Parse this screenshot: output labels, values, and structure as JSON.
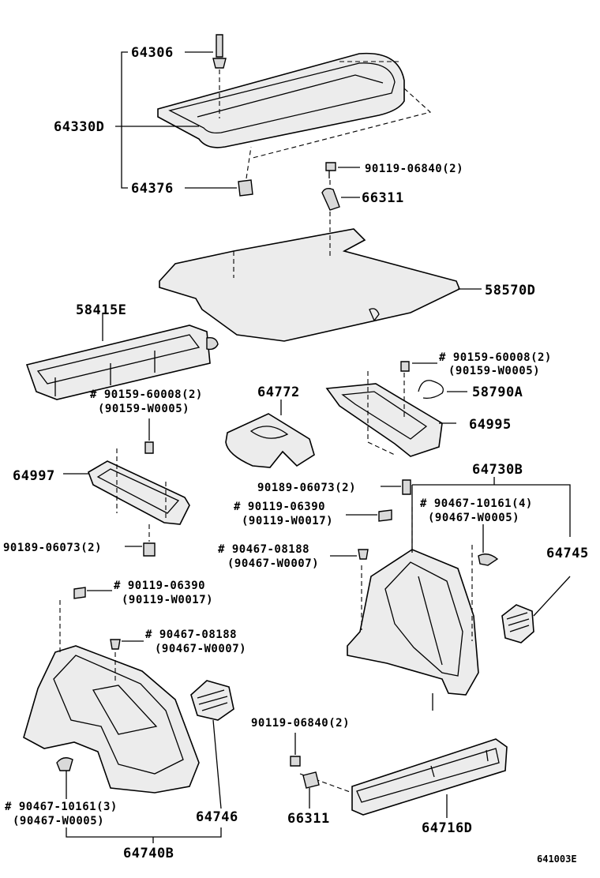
{
  "diagram": {
    "code": "641003E",
    "labels": {
      "p64306": "64306",
      "p64330D": "64330D",
      "p64376": "64376",
      "p90119_06840_a": "90119-06840(2)",
      "p66311_a": "66311",
      "p58570D": "58570D",
      "p58415E": "58415E",
      "p90159_60008_a": "# 90159-60008(2)",
      "p90159_W0005_a": "(90159-W0005)",
      "p90159_60008_b": "# 90159-60008(2)",
      "p90159_W0005_b": "(90159-W0005)",
      "p58790A": "58790A",
      "p64772": "64772",
      "p64995": "64995",
      "p64997": "64997",
      "p64730B": "64730B",
      "p90189_06073_a": "90189-06073(2)",
      "p90119_06390_a": "# 90119-06390",
      "p90119_W0017_a": "(90119-W0017)",
      "p90467_10161_a": "# 90467-10161(4)",
      "p90467_W0005_a": "(90467-W0005)",
      "p90189_06073_b": "90189-06073(2)",
      "p90467_08188_a": "# 90467-08188",
      "p90467_W0007_a": "(90467-W0007)",
      "p64745": "64745",
      "p90119_06390_b": "# 90119-06390",
      "p90119_W0017_b": "(90119-W0017)",
      "p90467_08188_b": "# 90467-08188",
      "p90467_W0007_b": "(90467-W0007)",
      "p90119_06840_b": "90119-06840(2)",
      "p90467_10161_b": "# 90467-10161(3)",
      "p90467_W0005_b": "(90467-W0005)",
      "p64746": "64746",
      "p66311_b": "66311",
      "p64716D": "64716D",
      "p64740B": "64740B"
    }
  }
}
